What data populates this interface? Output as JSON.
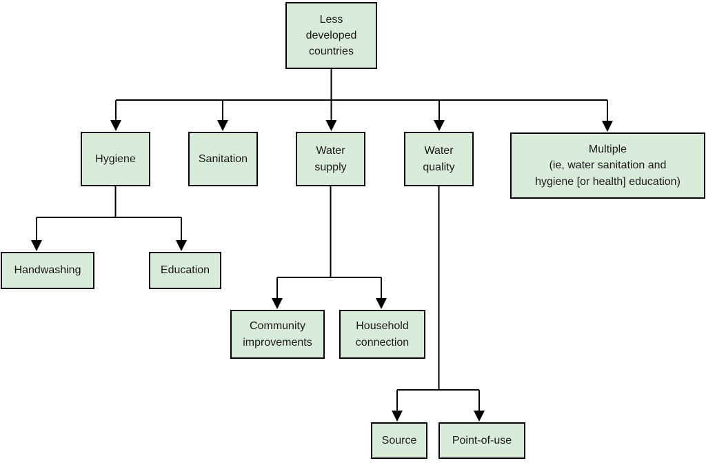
{
  "diagram": {
    "type": "flowchart",
    "colors": {
      "node_fill": "#d9ecd9",
      "node_border": "#000000",
      "line": "#000000",
      "text": "#1a1a1a"
    },
    "nodes": {
      "root": {
        "label": "Less\ndeveloped\ncountries"
      },
      "hygiene": {
        "label": "Hygiene"
      },
      "sanitation": {
        "label": "Sanitation"
      },
      "water_supply": {
        "label": "Water\nsupply"
      },
      "water_quality": {
        "label": "Water\nquality"
      },
      "multiple": {
        "label": "Multiple\n(ie, water sanitation and\nhygiene [or health] education)"
      },
      "handwashing": {
        "label": "Handwashing"
      },
      "education": {
        "label": "Education"
      },
      "community_improvements": {
        "label": "Community\nimprovements"
      },
      "household_connection": {
        "label": "Household\nconnection"
      },
      "source": {
        "label": "Source"
      },
      "point_of_use": {
        "label": "Point-of-use"
      }
    },
    "edges": [
      {
        "from": "root",
        "to": "hygiene"
      },
      {
        "from": "root",
        "to": "sanitation"
      },
      {
        "from": "root",
        "to": "water_supply"
      },
      {
        "from": "root",
        "to": "water_quality"
      },
      {
        "from": "root",
        "to": "multiple"
      },
      {
        "from": "hygiene",
        "to": "handwashing"
      },
      {
        "from": "hygiene",
        "to": "education"
      },
      {
        "from": "water_supply",
        "to": "community_improvements"
      },
      {
        "from": "water_supply",
        "to": "household_connection"
      },
      {
        "from": "water_quality",
        "to": "source"
      },
      {
        "from": "water_quality",
        "to": "point_of_use"
      }
    ]
  }
}
